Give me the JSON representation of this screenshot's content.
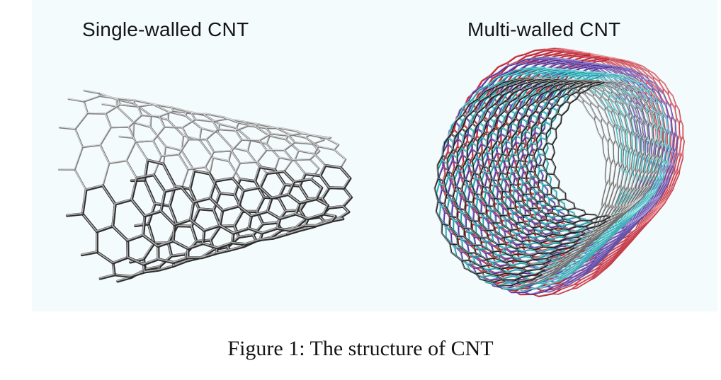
{
  "figure": {
    "panels": [
      {
        "id": "single-walled",
        "label": "Single-walled CNT"
      },
      {
        "id": "multi-walled",
        "label": "Multi-walled CNT"
      }
    ],
    "caption": "Figure 1: The structure of CNT"
  },
  "colors": {
    "page_background": "#ffffff",
    "panel_background": "#f4fbfd",
    "text": "#151515",
    "swcnt_bonds": {
      "front": "#2e2e2e",
      "front_highlight": "#b3b3b3",
      "back": "#818181",
      "back_highlight": "#dddddd"
    },
    "mwcnt_layers": [
      {
        "name": "outer-shell-red",
        "front": "#b02433",
        "front_highlight": "#e4656e",
        "back": "#c6404d",
        "back_highlight": "#eda6ab"
      },
      {
        "name": "shell-purple",
        "front": "#4f3596",
        "front_highlight": "#9a82cf",
        "back": "#6650a8",
        "back_highlight": "#b3a3dd"
      },
      {
        "name": "shell-cyan",
        "front": "#1d98a1",
        "front_highlight": "#7edde0",
        "back": "#3fb0b8",
        "back_highlight": "#aee8ea"
      },
      {
        "name": "inner-shell-gray",
        "front": "#202020",
        "front_highlight": "#a0a0a0",
        "back": "#6f6f6f",
        "back_highlight": "#d8d8d8"
      }
    ]
  }
}
